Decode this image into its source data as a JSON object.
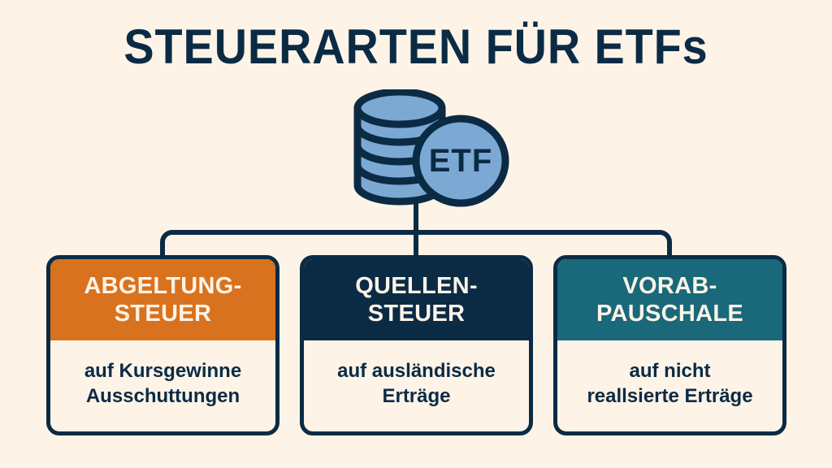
{
  "page": {
    "title": "STEUERARTEN FÜR ETFs",
    "background_color": "#fdf3e7",
    "navy": "#0b2b45",
    "orange": "#d9721e",
    "teal": "#19697a",
    "coin_blue": "#7ba9d4"
  },
  "icon": {
    "name": "coin-stack-etf-icon",
    "label": "ETF",
    "coin_count": 5
  },
  "cards": [
    {
      "id": "abgeltungsteuer",
      "header_line1": "ABGELTUNG-",
      "header_line2": "STEUER",
      "body_line1": "auf Kursgewinne",
      "body_line2": "Ausschuttungen",
      "accent_color": "#d9721e"
    },
    {
      "id": "quellensteuer",
      "header_line1": "QUELLEN-",
      "header_line2": "STEUER",
      "body_line1": "auf ausländische",
      "body_line2": "Erträge",
      "accent_color": "#0b2b45"
    },
    {
      "id": "vorabpauschale",
      "header_line1": "VORAB-",
      "header_line2": "PAUSCHALE",
      "body_line1": "auf nicht",
      "body_line2": "reallsierte Erträge",
      "accent_color": "#19697a"
    }
  ]
}
